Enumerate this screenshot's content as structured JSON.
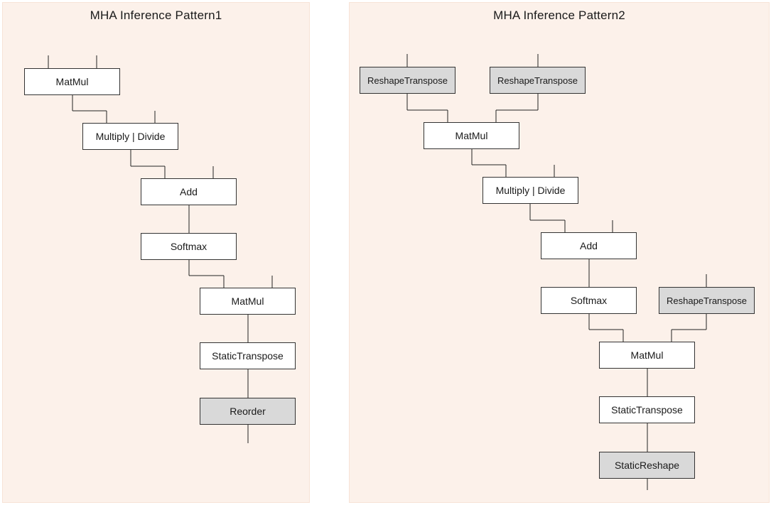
{
  "pattern1": {
    "title": "MHA Inference Pattern1",
    "nodes": [
      "MatMul",
      "Multiply | Divide",
      "Add",
      "Softmax",
      "MatMul",
      "StaticTranspose",
      "Reorder"
    ]
  },
  "pattern2": {
    "title": "MHA Inference Pattern2",
    "nodes": [
      "ReshapeTranspose",
      "ReshapeTranspose",
      "MatMul",
      "Multiply | Divide",
      "Add",
      "Softmax",
      "ReshapeTranspose",
      "MatMul",
      "StaticTranspose",
      "StaticReshape"
    ]
  },
  "colors": {
    "panel_background": "#fcf1ea",
    "node_default": "#ffffff",
    "node_highlight": "#d9d9d9"
  }
}
